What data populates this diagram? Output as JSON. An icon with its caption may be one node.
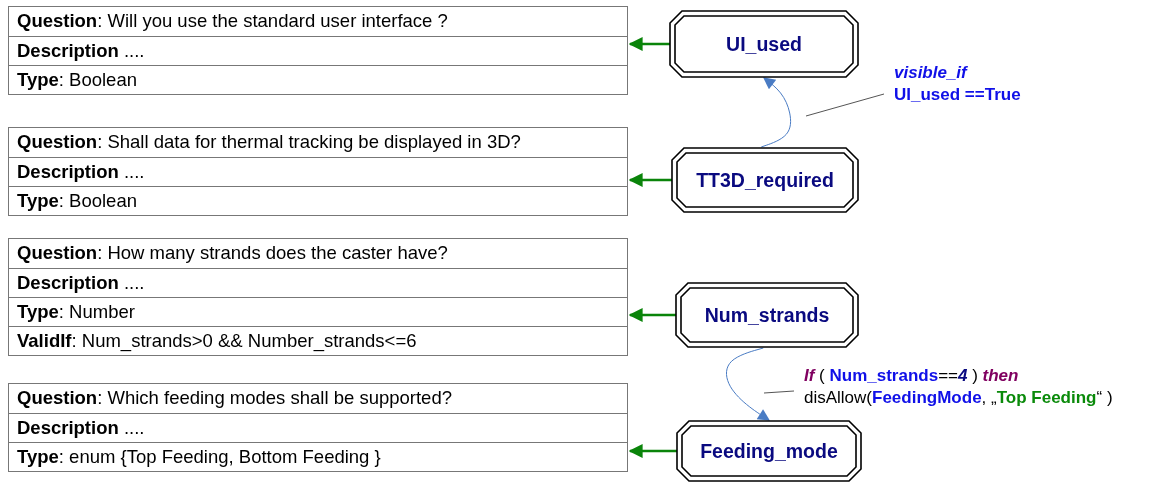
{
  "diagram": {
    "nodes": [
      {
        "text": [
          "**Question**: Will you use the standard user interface ?",
          "**Description** ....",
          "**Type**: Boolean"
        ]
      },
      {
        "text": [
          "UI_used"
        ]
      },
      {
        "text": [
          "visible_if",
          "UI_used ==True"
        ]
      },
      {
        "text": [
          "**Question**: Shall data for thermal tracking be displayed in 3D?",
          "**Description** ....",
          "**Type**: Boolean"
        ]
      },
      {
        "text": [
          "TT3D_required"
        ]
      },
      {
        "text": [
          "**Question**: How many strands does the caster have?",
          "**Description** ....",
          "**Type**: Number",
          "**ValidIf**: Num_strands>0 && Number_strands<=6"
        ]
      },
      {
        "text": [
          "Num_strands"
        ]
      },
      {
        "text": [
          "*If* ( **Num_strands**==*4* ) *then*",
          "disAllow(**FeedingMode**, „**Top Feeding**“ )"
        ]
      },
      {
        "text": [
          "**Question**: Which feeding modes shall be supported?",
          "**Description** ....",
          "**Type**: enum {Top Feeding, Bottom Feeding }"
        ]
      },
      {
        "text": [
          "Feeding_mode"
        ]
      }
    ],
    "edges": [
      {
        "from": 1,
        "to": 0,
        "arrow": "to"
      },
      {
        "from": 4,
        "to": 3,
        "arrow": "to"
      },
      {
        "from": 6,
        "to": 5,
        "arrow": "to"
      },
      {
        "from": 9,
        "to": 8,
        "arrow": "to"
      },
      {
        "from": 4,
        "to": 1,
        "arrow": "to",
        "color": "#4a7cc4"
      },
      {
        "from": 6,
        "to": 9,
        "arrow": "to",
        "color": "#4a7cc4"
      },
      {
        "from": 2,
        "to": null,
        "arrow": "none",
        "color": "#555555"
      },
      {
        "from": 7,
        "to": null,
        "arrow": "none",
        "color": "#555555"
      }
    ]
  }
}
